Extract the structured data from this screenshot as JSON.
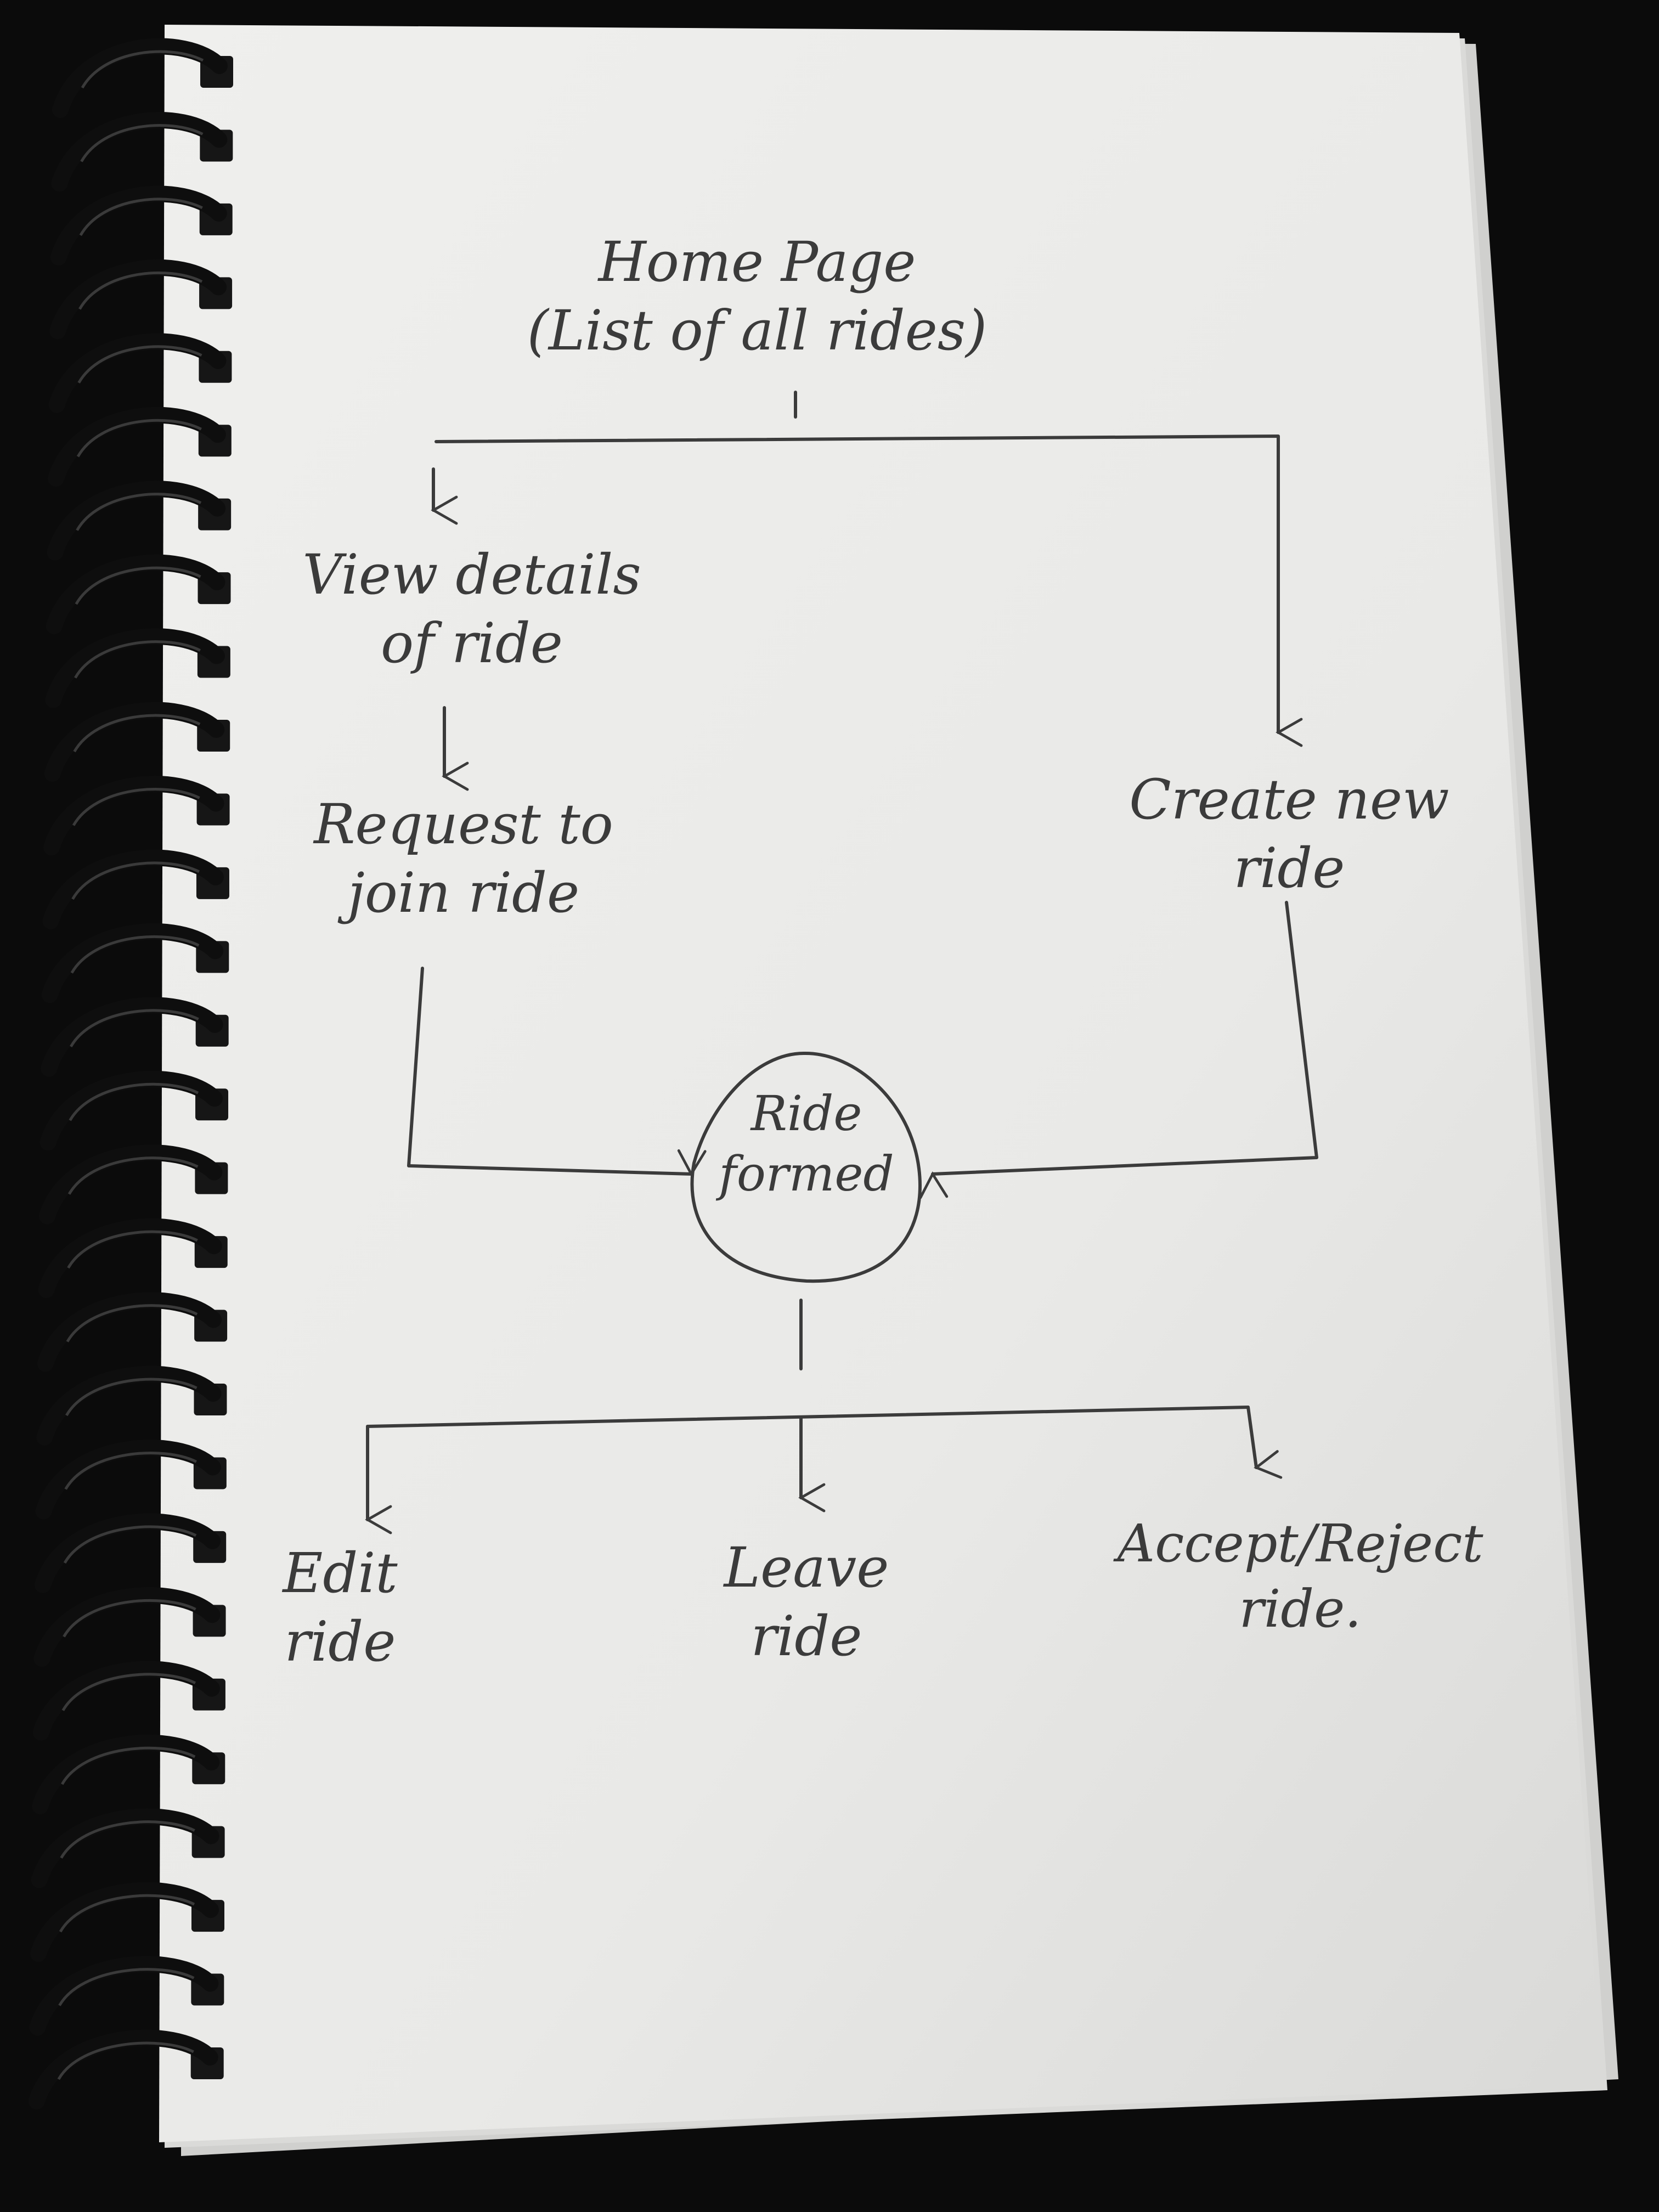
{
  "diagram": {
    "nodes": {
      "home": {
        "line1": "Home Page",
        "line2": "(List of all rides)"
      },
      "view_details": {
        "line1": "View details",
        "line2": "of ride"
      },
      "request_join": {
        "line1": "Request to",
        "line2": "join ride"
      },
      "create_ride": {
        "line1": "Create new",
        "line2": "ride"
      },
      "ride_formed": {
        "line1": "Ride",
        "line2": "formed"
      },
      "edit_ride": {
        "line1": "Edit",
        "line2": "ride"
      },
      "leave_ride": {
        "line1": "Leave",
        "line2": "ride"
      },
      "accept_reject": {
        "line1": "Accept/Reject",
        "line2": "ride."
      }
    },
    "edges": [
      {
        "from": "home",
        "to": "view_details"
      },
      {
        "from": "home",
        "to": "create_ride"
      },
      {
        "from": "view_details",
        "to": "request_join"
      },
      {
        "from": "request_join",
        "to": "ride_formed"
      },
      {
        "from": "create_ride",
        "to": "ride_formed"
      },
      {
        "from": "ride_formed",
        "to": "edit_ride"
      },
      {
        "from": "ride_formed",
        "to": "leave_ride"
      },
      {
        "from": "ride_formed",
        "to": "accept_reject"
      }
    ]
  },
  "colors": {
    "background": "#0b0b0b",
    "paper": "#ececea",
    "ink": "#3b3b3b",
    "spiral": "#111111"
  }
}
